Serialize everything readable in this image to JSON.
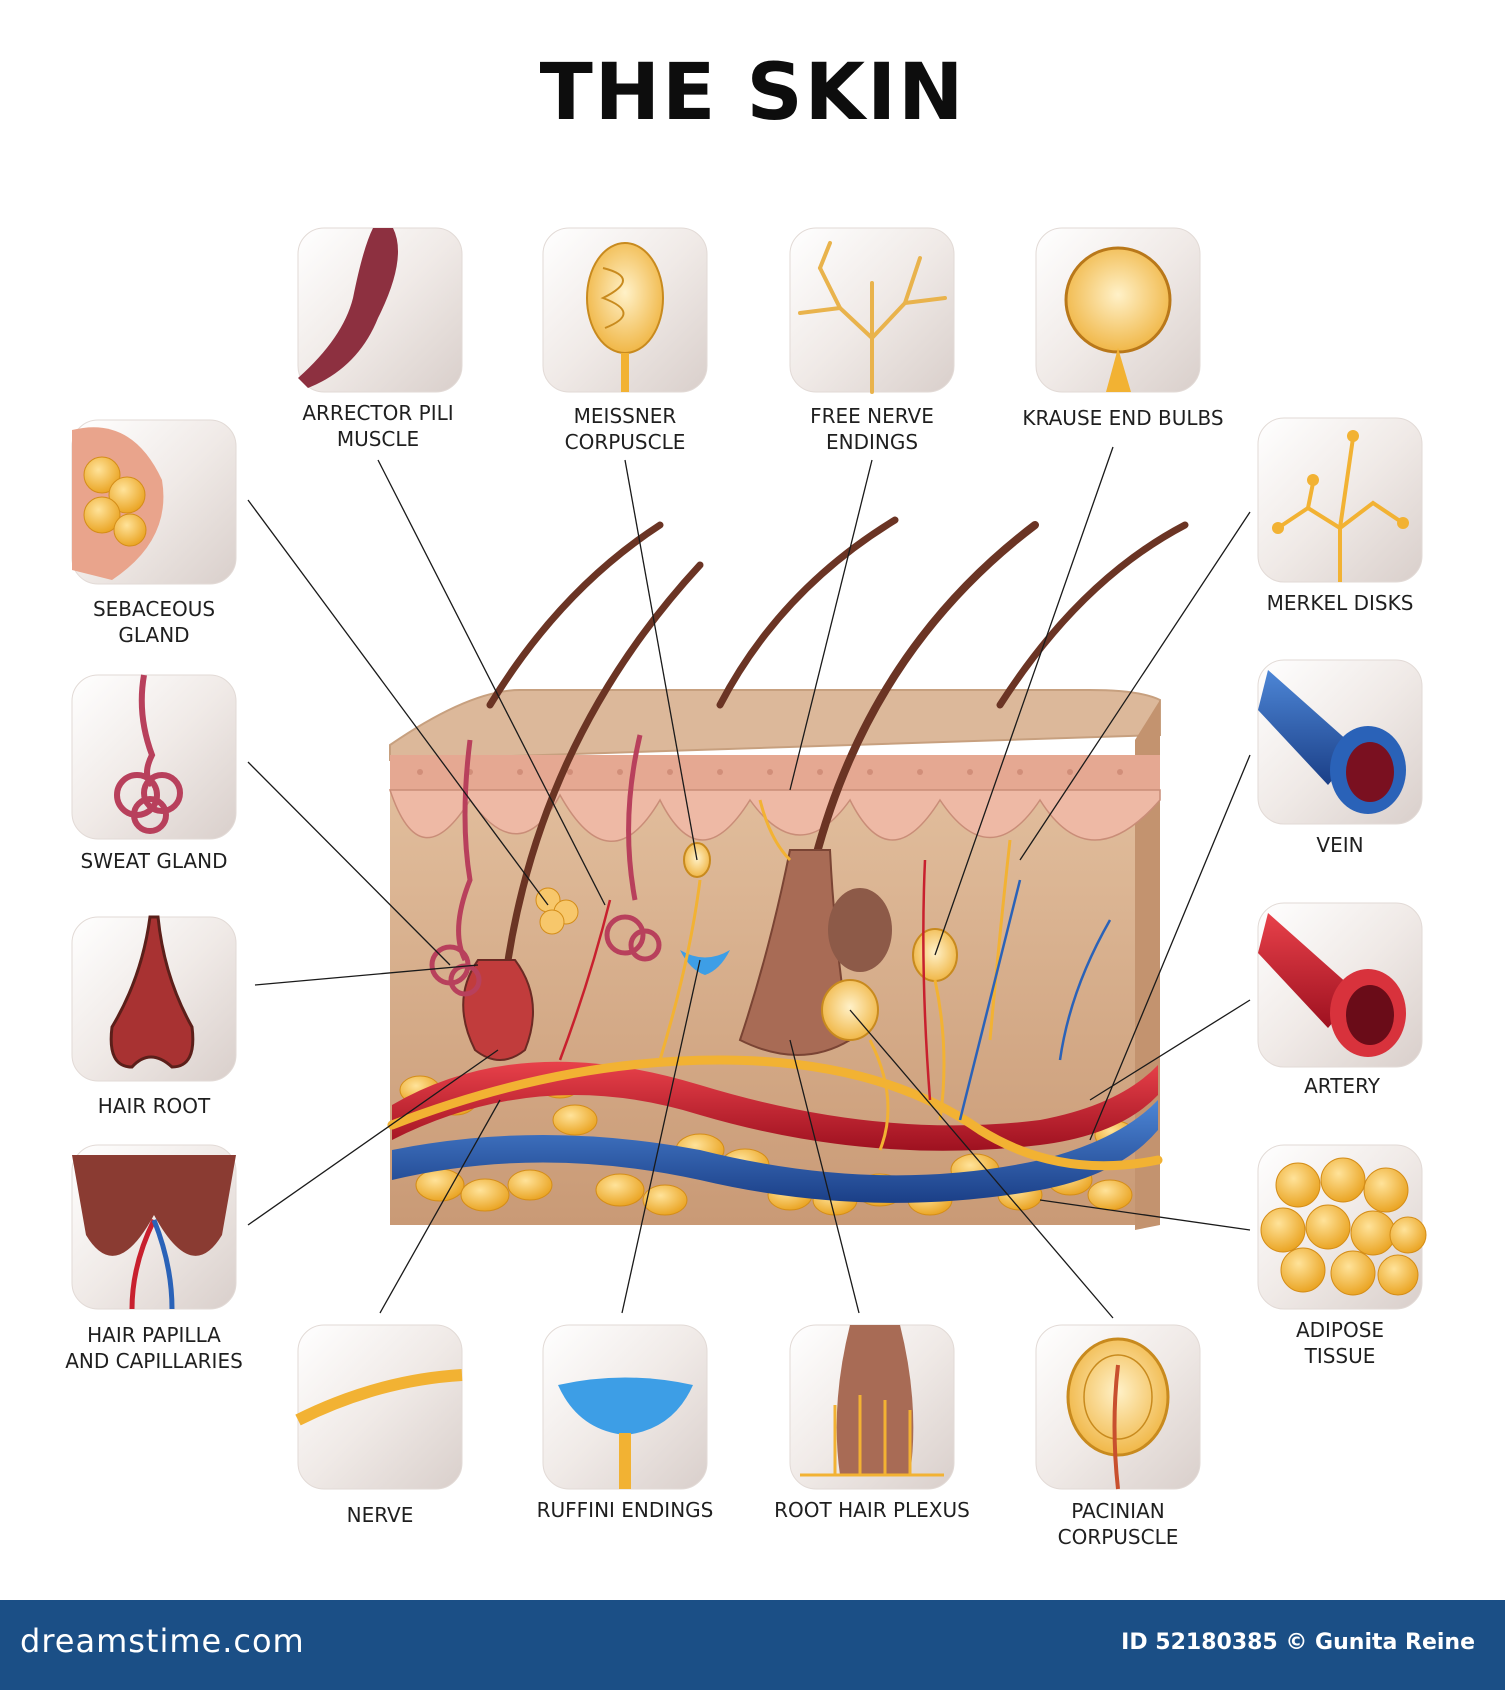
{
  "title": "THE SKIN",
  "labels": {
    "arrector_pili": "ARRECTOR PILI\nMUSCLE",
    "meissner": "MEISSNER\nCORPUSCLE",
    "free_nerve": "FREE NERVE\nENDINGS",
    "krause": "KRAUSE END BULBS",
    "sebaceous": "SEBACEOUS\nGLAND",
    "sweat": "SWEAT GLAND",
    "hair_root": "HAIR ROOT",
    "hair_papilla": "HAIR PAPILLA\nAND CAPILLARIES",
    "nerve": "NERVE",
    "ruffini": "RUFFINI ENDINGS",
    "root_hair_plexus": "ROOT HAIR PLEXUS",
    "pacinian": "PACINIAN\nCORPUSCLE",
    "merkel": "MERKEL DISKS",
    "vein": "VEIN",
    "artery": "ARTERY",
    "adipose": "ADIPOSE\nTISSUE"
  },
  "footer": {
    "brand": "dreamstime.com",
    "credit": "ID 52180385 © Gunita Reine"
  },
  "colors": {
    "footer_bg": "#1b4f86",
    "tile_bg": "#efe9e6",
    "skin": "#d8b08f",
    "epidermis": "#e9b7a3",
    "artery": "#c8202e",
    "vein": "#2a62b8",
    "nerve": "#f2b233",
    "fat": "#f4b73a",
    "hair": "#6b3424"
  }
}
